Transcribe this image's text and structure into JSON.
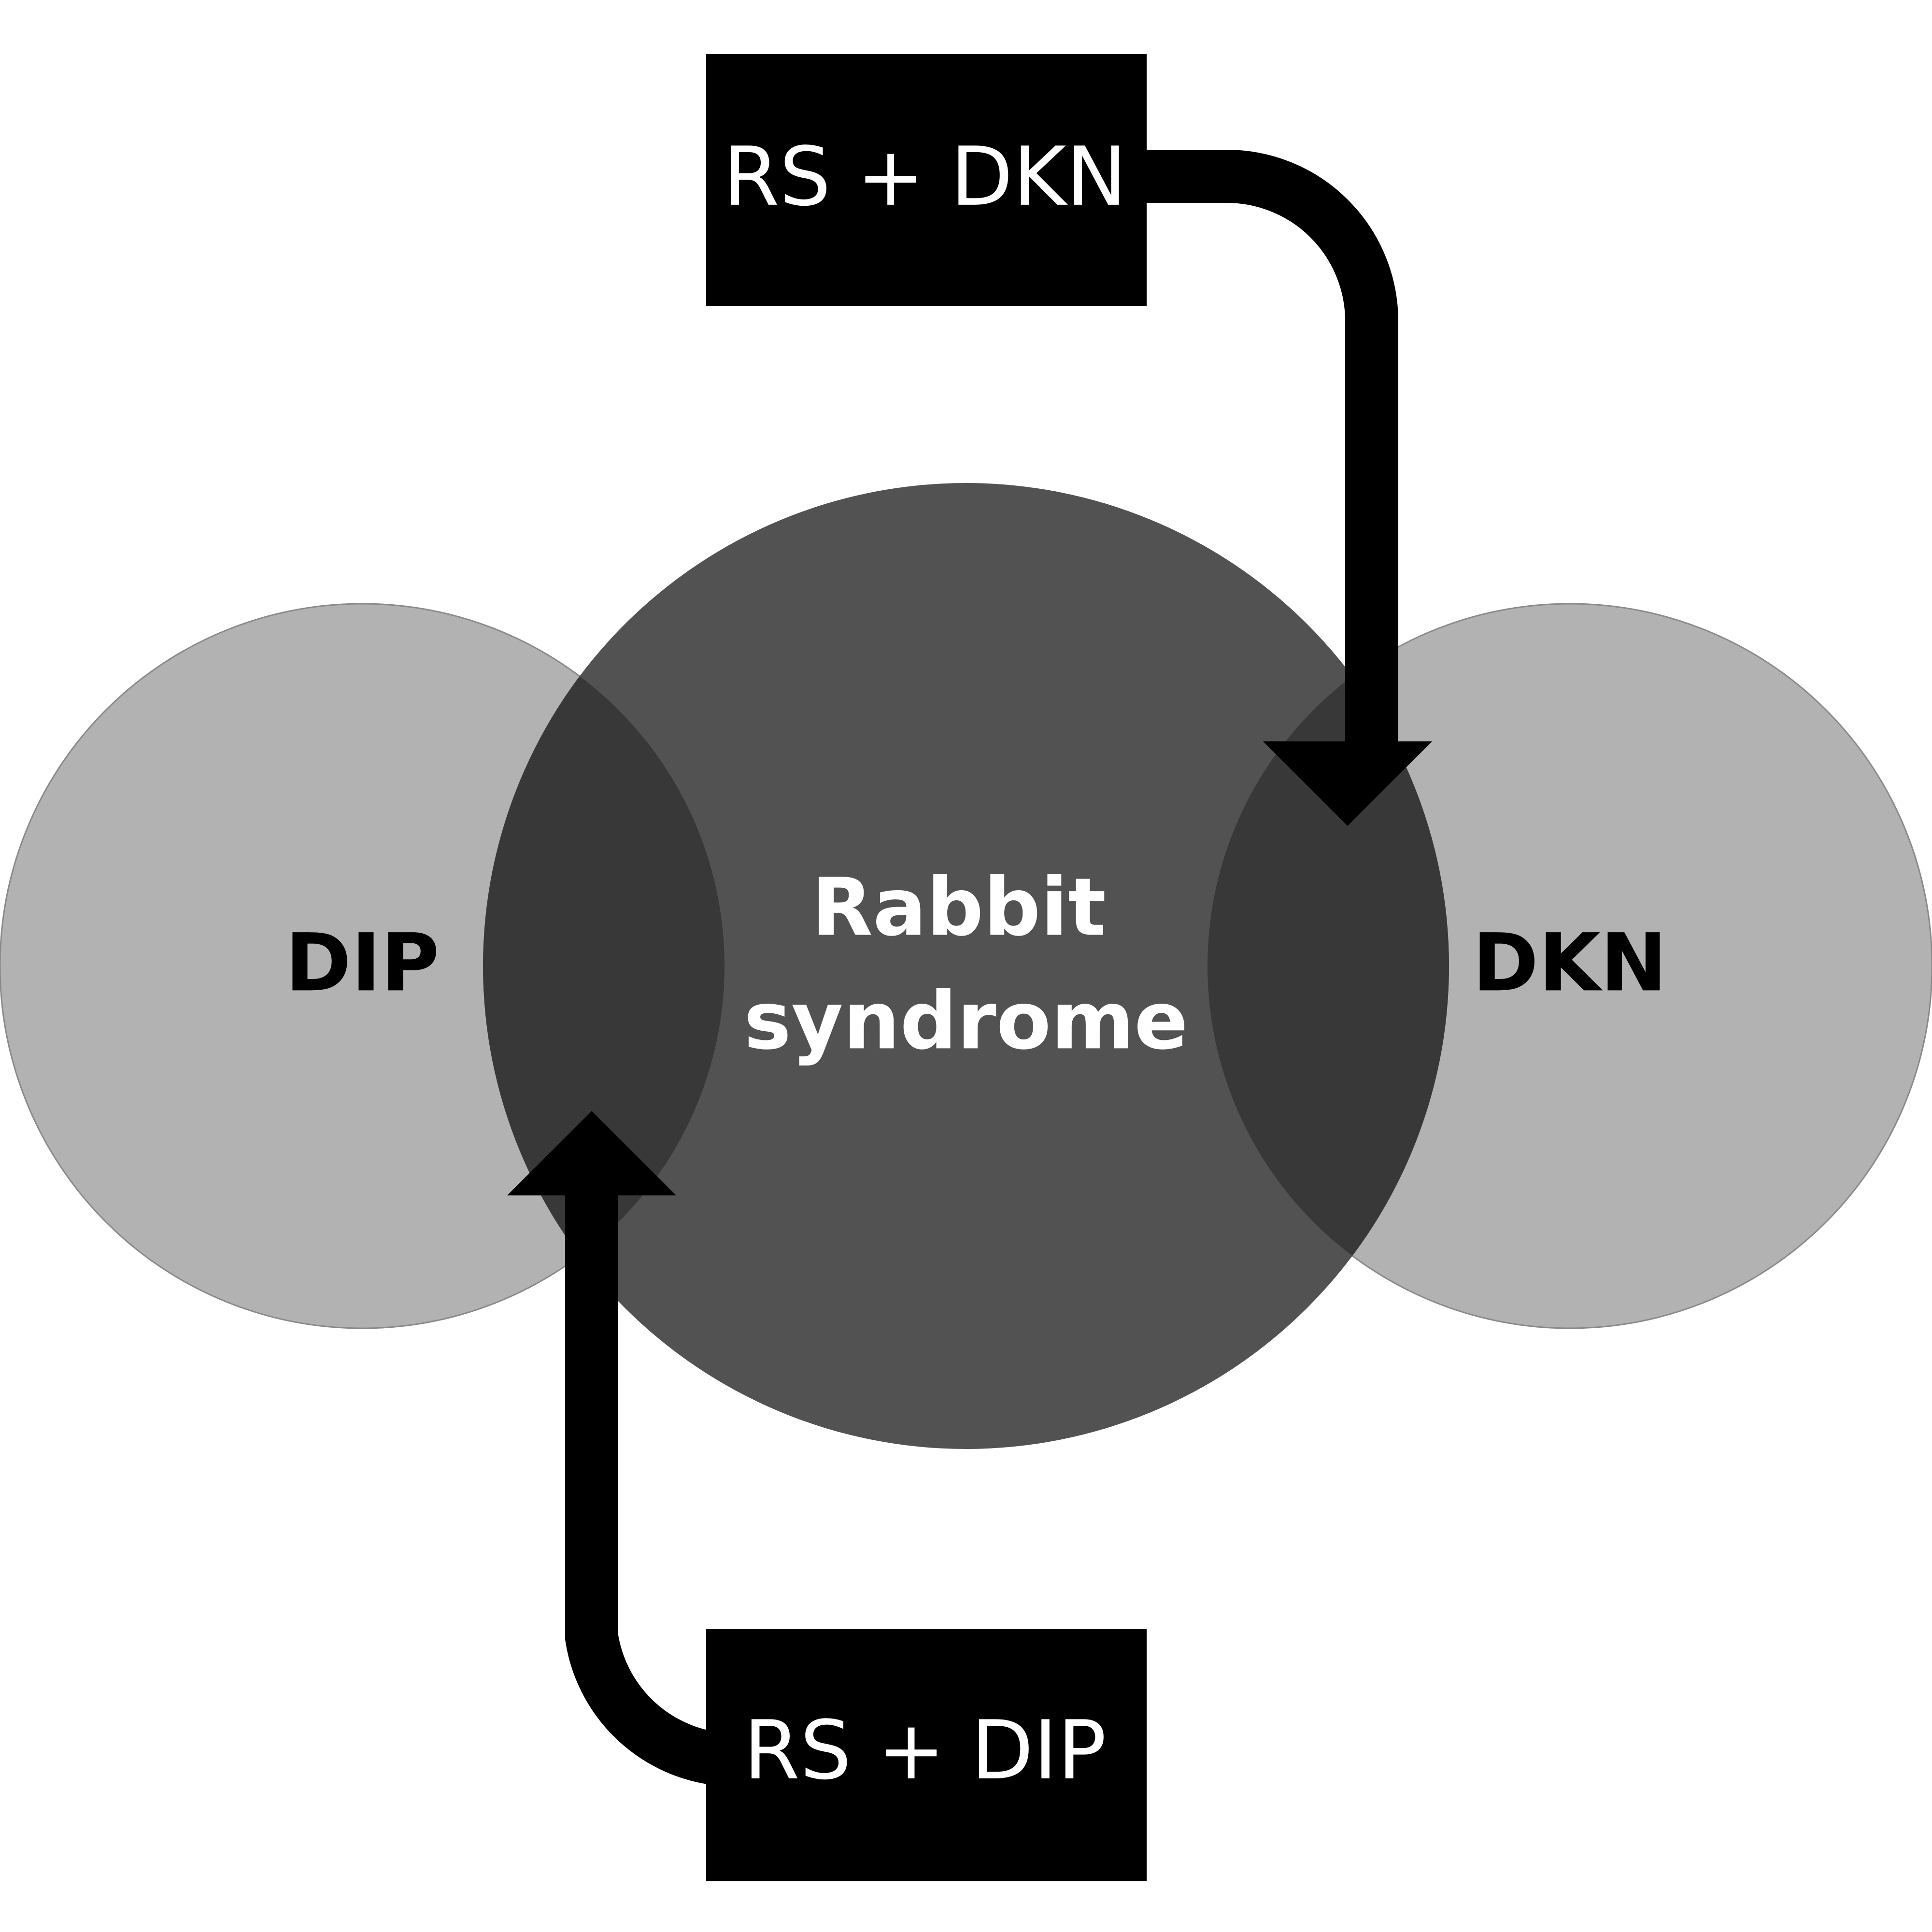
{
  "circles": {
    "center_label_line1": "Rabbit",
    "center_label_line2": "syndrome",
    "left_label": "DIP",
    "right_label": "DKN"
  },
  "boxes": {
    "top_label": "RS + DKN",
    "bottom_label": "RS + DIP"
  },
  "colors": {
    "outer_circle": "#b2b2b2",
    "center_circle": "#525252",
    "overlap": "#383838",
    "box_and_arrow": "#000000",
    "label_light": "#ffffff",
    "label_dark": "#000000"
  }
}
